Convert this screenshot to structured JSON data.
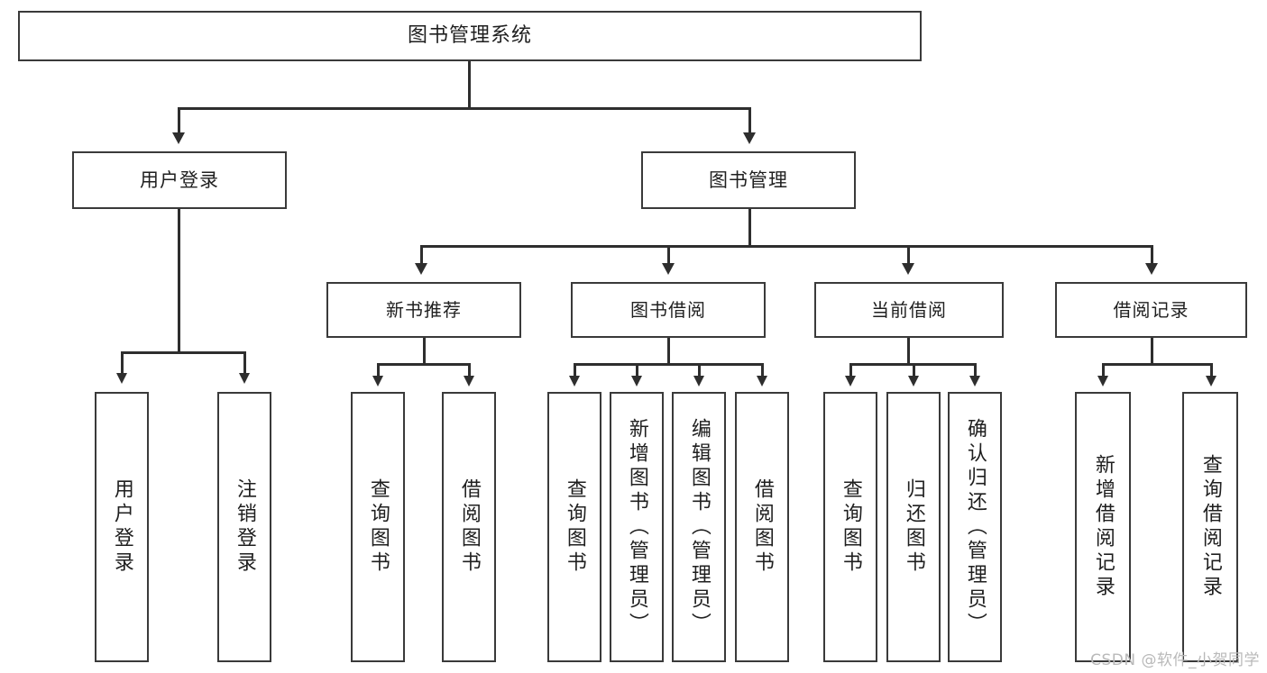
{
  "diagram": {
    "title": "图书管理系统",
    "type": "tree-hierarchy",
    "watermark": "CSDN @软件_小贺同学",
    "colors": {
      "background": "#ffffff",
      "box_border": "#3a3a3a",
      "connector": "#2e2e2e",
      "text": "#1f1f1f",
      "watermark": "#b9b9b9"
    },
    "levels": {
      "root": "图书管理系统",
      "level2": [
        "用户登录",
        "图书管理"
      ],
      "level3": [
        "新书推荐",
        "图书借阅",
        "当前借阅",
        "借阅记录"
      ]
    },
    "nodes": {
      "root": {
        "label": "图书管理系统"
      },
      "user_login": {
        "label": "用户登录"
      },
      "book_manage": {
        "label": "图书管理"
      },
      "new_book_rec": {
        "label": "新书推荐"
      },
      "book_borrow": {
        "label": "图书借阅"
      },
      "current_borrow": {
        "label": "当前借阅"
      },
      "borrow_record": {
        "label": "借阅记录"
      },
      "leaf_user_login": {
        "label": "用户登录"
      },
      "leaf_user_logout": {
        "label": "注销登录"
      },
      "leaf_query_book_1": {
        "label": "查询图书"
      },
      "leaf_borrow_book_1": {
        "label": "借阅图书"
      },
      "leaf_query_book_2": {
        "label": "查询图书"
      },
      "leaf_add_book": {
        "label": "新增图书（管理员）"
      },
      "leaf_edit_book": {
        "label": "编辑图书（管理员）"
      },
      "leaf_borrow_book_2": {
        "label": "借阅图书"
      },
      "leaf_query_book_3": {
        "label": "查询图书"
      },
      "leaf_return_book": {
        "label": "归还图书"
      },
      "leaf_confirm_return": {
        "label": "确认归还（管理员）"
      },
      "leaf_add_record": {
        "label": "新增借阅记录"
      },
      "leaf_query_record": {
        "label": "查询借阅记录"
      }
    },
    "edges": [
      {
        "from": "图书管理系统",
        "to": "用户登录"
      },
      {
        "from": "图书管理系统",
        "to": "图书管理"
      },
      {
        "from": "用户登录",
        "to": "用户登录"
      },
      {
        "from": "用户登录",
        "to": "注销登录"
      },
      {
        "from": "图书管理",
        "to": "新书推荐"
      },
      {
        "from": "图书管理",
        "to": "图书借阅"
      },
      {
        "from": "图书管理",
        "to": "当前借阅"
      },
      {
        "from": "图书管理",
        "to": "借阅记录"
      },
      {
        "from": "新书推荐",
        "to": "查询图书"
      },
      {
        "from": "新书推荐",
        "to": "借阅图书"
      },
      {
        "from": "图书借阅",
        "to": "查询图书"
      },
      {
        "from": "图书借阅",
        "to": "新增图书（管理员）"
      },
      {
        "from": "图书借阅",
        "to": "编辑图书（管理员）"
      },
      {
        "from": "图书借阅",
        "to": "借阅图书"
      },
      {
        "from": "当前借阅",
        "to": "查询图书"
      },
      {
        "from": "当前借阅",
        "to": "归还图书"
      },
      {
        "from": "当前借阅",
        "to": "确认归还（管理员）"
      },
      {
        "from": "借阅记录",
        "to": "新增借阅记录"
      },
      {
        "from": "借阅记录",
        "to": "查询借阅记录"
      }
    ]
  }
}
